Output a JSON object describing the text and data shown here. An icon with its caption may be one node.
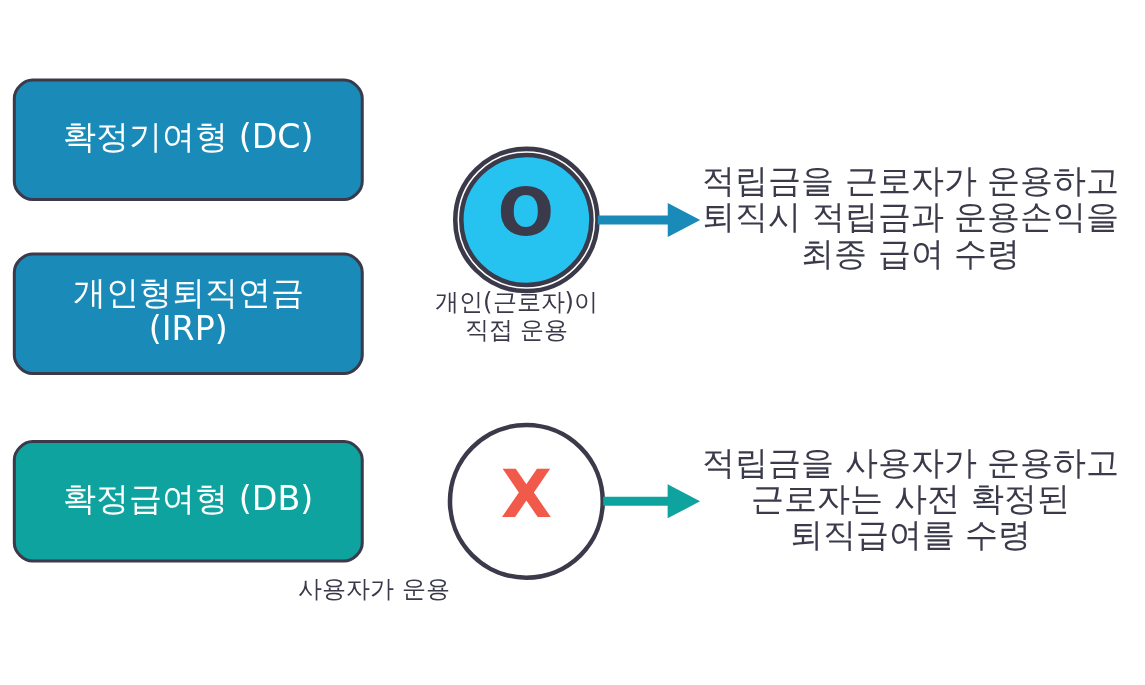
{
  "diagram": {
    "nodes": [
      {
        "text": [
          "확정급여형 (DB)"
        ]
      },
      {
        "text": [
          "X"
        ],
        "beside": [
          "사용자가 운용"
        ]
      },
      {
        "text": [
          "적립금을 사용자가 운용하고 근로자는 사전 확정된 퇴직급여를 수령"
        ]
      },
      {
        "text": [
          "확정기여형 (DC)"
        ]
      },
      {
        "text": [
          "개인형퇴직연금 (IRP)"
        ]
      },
      {
        "text": [
          "O"
        ],
        "beside": [
          "개인(근로자)이 직접 운용"
        ]
      },
      {
        "text": [
          "적립금을 근로자가 운용하고 퇴직시 적립금과 운용손익을 최종 급여 수령"
        ]
      }
    ],
    "edges": [
      {
        "from": 1,
        "to": 2,
        "arrow": "to",
        "color": "#0fa3a0"
      },
      {
        "from": 5,
        "to": 6,
        "arrow": "to",
        "color": "#1a8bb8"
      }
    ]
  }
}
